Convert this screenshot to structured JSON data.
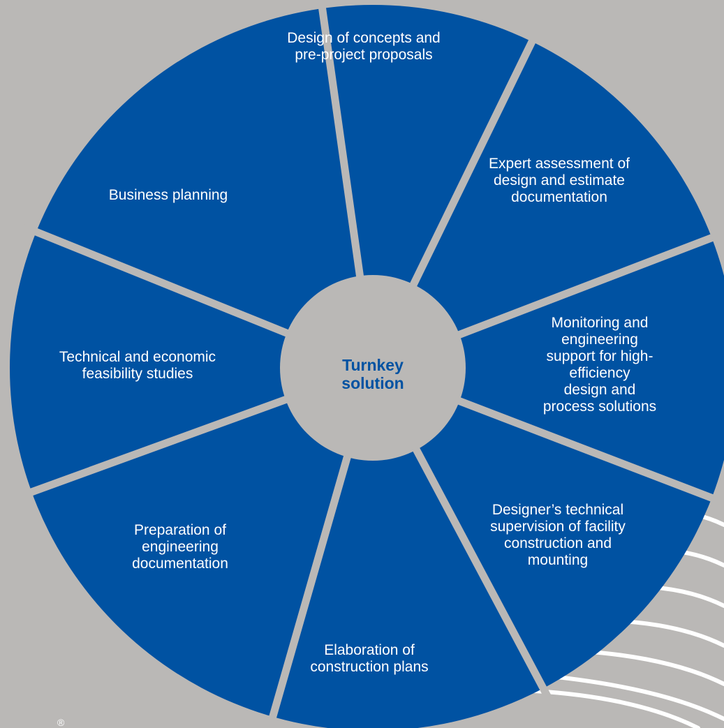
{
  "colors": {
    "background": "#bab8b6",
    "segment_fill": "#0052a2",
    "separator": "#bab8b6",
    "center_fill": "#bab8b6",
    "center_text": "#0052a2",
    "label_text": "#ffffff",
    "decoration_lines": "#ffffff"
  },
  "center": {
    "label": "Turnkey\nsolution"
  },
  "segments": [
    {
      "label": "Design of concepts and\npre-project proposals"
    },
    {
      "label": "Expert assessment of\ndesign and estimate\ndocumentation"
    },
    {
      "label": "Monitoring and engineering\nsupport for high-efficiency\ndesign and process solutions"
    },
    {
      "label": "Designer’s technical\nsupervision of facility\nconstruction and\nmounting"
    },
    {
      "label": "Elaboration of\nconstruction plans"
    },
    {
      "label": "Preparation of\nengineering\ndocumentation"
    },
    {
      "label": "Technical and economic\nfeasibility studies"
    },
    {
      "label": "Business planning"
    }
  ],
  "footer": {
    "mark": "®"
  }
}
